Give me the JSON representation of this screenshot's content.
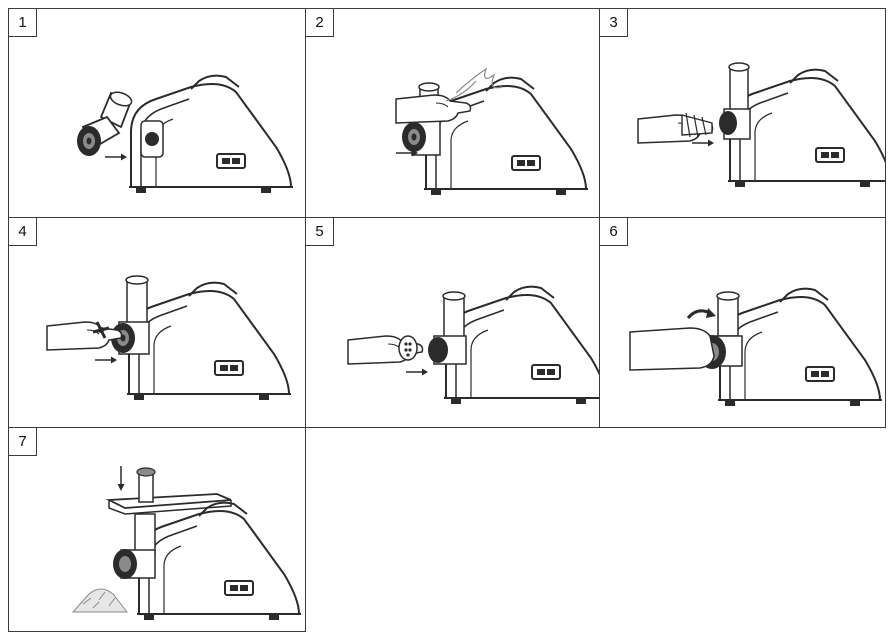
{
  "steps": [
    {
      "number": "1"
    },
    {
      "number": "2"
    },
    {
      "number": "3"
    },
    {
      "number": "4"
    },
    {
      "number": "5"
    },
    {
      "number": "6"
    },
    {
      "number": "7"
    }
  ],
  "illustrations": [
    {
      "step": "1",
      "depicts": "assembly-tube",
      "icons": [
        "meat-grinder-body-icon",
        "grinding-tube-icon",
        "push-arrow-icon"
      ]
    },
    {
      "step": "2",
      "depicts": "locking-tube",
      "icons": [
        "meat-grinder-body-icon",
        "hand-icon",
        "push-arrow-icon"
      ]
    },
    {
      "step": "3",
      "depicts": "inserting-auger",
      "icons": [
        "meat-grinder-body-icon",
        "hand-icon",
        "auger-icon",
        "push-arrow-icon"
      ]
    },
    {
      "step": "4",
      "depicts": "inserting-blade",
      "icons": [
        "meat-grinder-body-icon",
        "hand-icon",
        "cross-blade-icon",
        "push-arrow-icon"
      ]
    },
    {
      "step": "5",
      "depicts": "inserting-plate",
      "icons": [
        "meat-grinder-body-icon",
        "hand-icon",
        "cutting-plate-icon",
        "push-arrow-icon"
      ]
    },
    {
      "step": "6",
      "depicts": "fastening-ring",
      "icons": [
        "meat-grinder-body-icon",
        "hand-icon",
        "ring-nut-icon",
        "rotate-arrow-icon"
      ]
    },
    {
      "step": "7",
      "depicts": "tray-and-pusher",
      "icons": [
        "meat-grinder-body-icon",
        "food-tray-icon",
        "pusher-icon",
        "down-arrow-icon",
        "minced-meat-icon"
      ]
    }
  ],
  "colors": {
    "line": "#2b2b2b",
    "border": "#3a3a3a",
    "background": "#ffffff",
    "shade": "#8a8a8a"
  }
}
